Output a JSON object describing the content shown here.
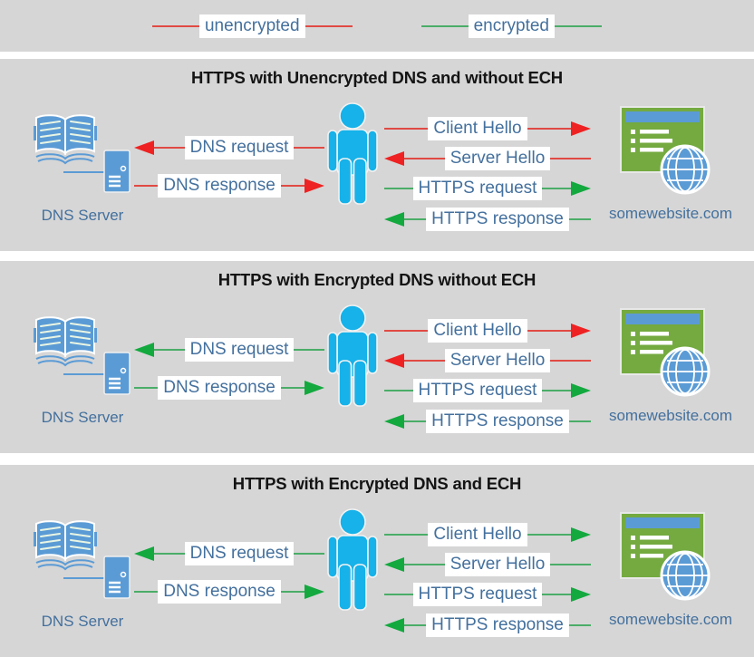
{
  "colors": {
    "panel-bg": "#d6d6d6",
    "unencrypted-line": "#e04a44",
    "unencrypted-arrow": "#ee2222",
    "encrypted-line": "#4aad68",
    "encrypted-arrow": "#13a93f",
    "label-text": "#44709d",
    "icon-blue": "#5b9bd5",
    "person-blue": "#16b2e9",
    "site-green": "#74aa40",
    "title-text": "#141414"
  },
  "legend": {
    "items": [
      {
        "label": "unencrypted",
        "status": "unencrypted"
      },
      {
        "label": "encrypted",
        "status": "encrypted"
      }
    ]
  },
  "panels": [
    {
      "title": "HTTPS with Unencrypted DNS and without ECH",
      "dns_server_label": "DNS Server",
      "website_label": "somewebsite.com",
      "rows": {
        "dns_request": {
          "label": "DNS request",
          "status": "unencrypted"
        },
        "dns_response": {
          "label": "DNS response",
          "status": "unencrypted"
        },
        "client_hello": {
          "label": "Client Hello",
          "status": "unencrypted"
        },
        "server_hello": {
          "label": "Server Hello",
          "status": "unencrypted"
        },
        "https_request": {
          "label": "HTTPS request",
          "status": "encrypted"
        },
        "https_response": {
          "label": "HTTPS response",
          "status": "encrypted"
        }
      }
    },
    {
      "title": "HTTPS with Encrypted DNS without ECH",
      "dns_server_label": "DNS Server",
      "website_label": "somewebsite.com",
      "rows": {
        "dns_request": {
          "label": "DNS request",
          "status": "encrypted"
        },
        "dns_response": {
          "label": "DNS response",
          "status": "encrypted"
        },
        "client_hello": {
          "label": "Client Hello",
          "status": "unencrypted"
        },
        "server_hello": {
          "label": "Server Hello",
          "status": "unencrypted"
        },
        "https_request": {
          "label": "HTTPS request",
          "status": "encrypted"
        },
        "https_response": {
          "label": "HTTPS response",
          "status": "encrypted"
        }
      }
    },
    {
      "title": "HTTPS with Encrypted DNS and ECH",
      "dns_server_label": "DNS Server",
      "website_label": "somewebsite.com",
      "rows": {
        "dns_request": {
          "label": "DNS request",
          "status": "encrypted"
        },
        "dns_response": {
          "label": "DNS response",
          "status": "encrypted"
        },
        "client_hello": {
          "label": "Client Hello",
          "status": "encrypted"
        },
        "server_hello": {
          "label": "Server Hello",
          "status": "encrypted"
        },
        "https_request": {
          "label": "HTTPS request",
          "status": "encrypted"
        },
        "https_response": {
          "label": "HTTPS response",
          "status": "encrypted"
        }
      }
    }
  ]
}
